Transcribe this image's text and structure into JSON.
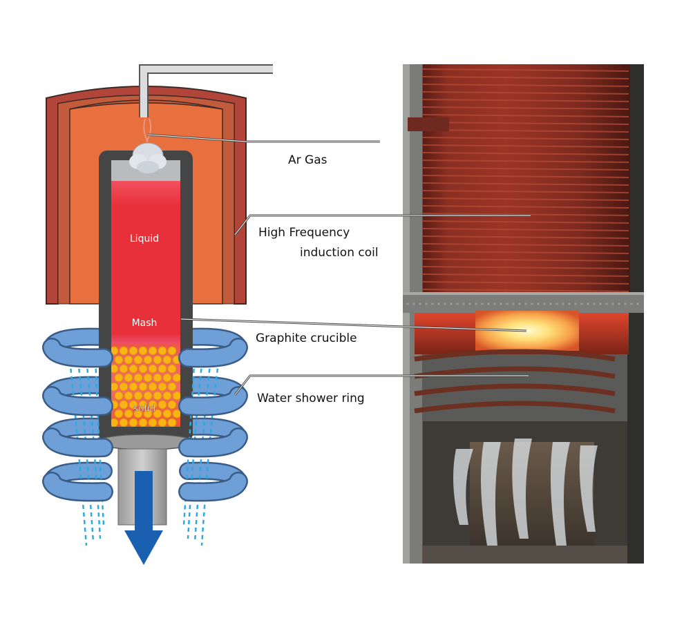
{
  "diagram": {
    "labels": {
      "ar_gas": "Ar Gas",
      "coil_line1": "High Frequency",
      "coil_line2": "induction coil",
      "crucible": "Graphite crucible",
      "shower_ring": "Water shower ring"
    },
    "zones": {
      "liquid": "Liquid",
      "mash": "Mash",
      "solid": "solid"
    },
    "colors": {
      "coil_outer": "#b1453a",
      "coil_inner": "#e8703e",
      "crucible_wall": "#454545",
      "liquid": "#e8303a",
      "mash": "#ef7fb7",
      "solid_fill": "#f0542e",
      "solid_balls": "#f8b414",
      "shower_ring": "#6e9fd6",
      "water": "#2aa9e3",
      "arrow": "#1b5fb0"
    }
  }
}
